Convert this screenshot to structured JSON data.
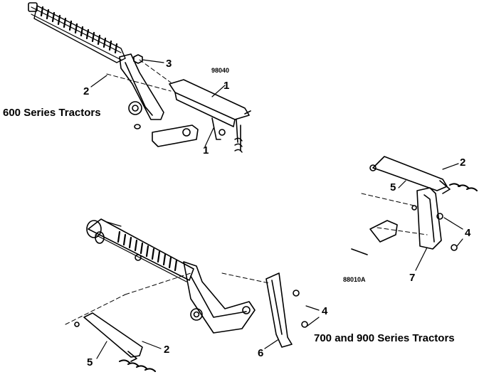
{
  "headings": {
    "series_600": "600 Series Tractors",
    "series_700_900": "700 and 900 Series Tractors"
  },
  "figure_codes": {
    "top": "98040",
    "bottom": "88010A"
  },
  "callouts": {
    "top_3": "3",
    "top_2": "2",
    "top_1_upper": "1",
    "top_1_lower": "1",
    "right_2": "2",
    "right_5": "5",
    "right_4": "4",
    "right_7": "7",
    "bottom_4": "4",
    "bottom_2": "2",
    "bottom_5": "5",
    "bottom_6": "6"
  }
}
